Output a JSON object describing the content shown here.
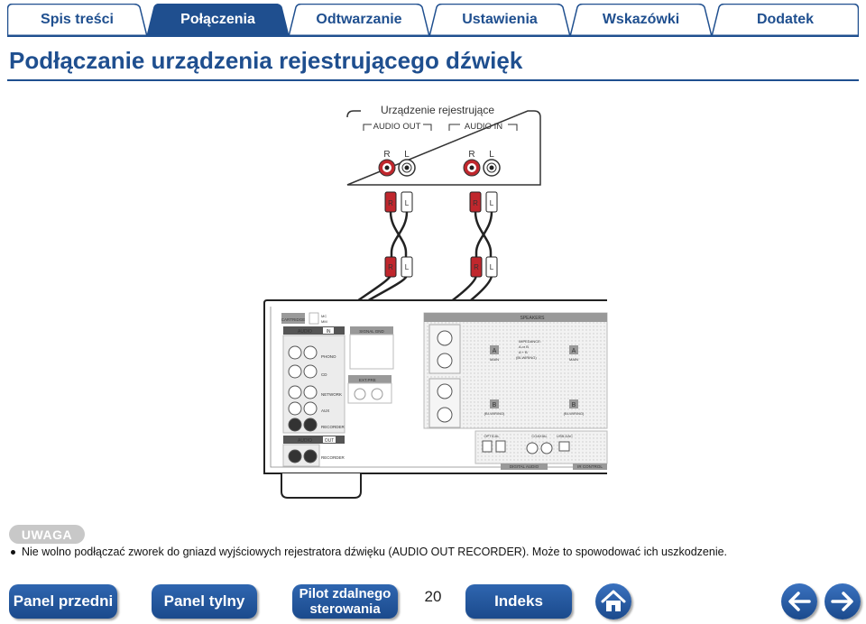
{
  "tabs": [
    {
      "label": "Spis treści",
      "active": false
    },
    {
      "label": "Połączenia",
      "active": true
    },
    {
      "label": "Odtwarzanie",
      "active": false
    },
    {
      "label": "Ustawienia",
      "active": false
    },
    {
      "label": "Wskazówki",
      "active": false
    },
    {
      "label": "Dodatek",
      "active": false
    }
  ],
  "title": "Podłączanie urządzenia rejestrującego dźwięk",
  "diagram": {
    "recorder_label": "Urządzenie rejestrujące",
    "audio_out": "AUDIO OUT",
    "audio_in": "AUDIO IN",
    "r": "R",
    "l": "L",
    "panel": {
      "cartridge": "CARTRIDGE",
      "mc": "MC",
      "mm": "MM",
      "audio": "AUDIO",
      "in": "IN",
      "out": "OUT",
      "signal_gnd": "SIGNAL GND",
      "phono": "PHONO",
      "cd": "CD",
      "network": "NETWORK",
      "aux": "AUX",
      "recorder": "RECORDER",
      "ext_pre": "EXT.PRE",
      "speakers": "SPEAKERS",
      "impedance": "IMPEDANCE:",
      "imp1": "A or B",
      "imp2": "A + B",
      "imp3": "(BI-WIRING)",
      "a": "A",
      "b": "B",
      "main": "MAIN",
      "bi_wiring": "(BI-WIRING)",
      "optical": "OPTICAL",
      "coaxial": "COAXIAL",
      "usb_dac": "USB-DAC",
      "digital_audio": "DIGITAL AUDIO",
      "ir_control": "IR CONTROL"
    }
  },
  "warning": {
    "label": "UWAGA",
    "text": "Nie wolno podłączać zworek do gniazd wyjściowych rejestratora dźwięku (AUDIO OUT RECORDER). Może to spowodować ich uszkodzenie."
  },
  "nav": {
    "front_panel": "Panel przedni",
    "rear_panel": "Panel tylny",
    "remote_line1": "Pilot zdalnego",
    "remote_line2": "sterowania",
    "page_number": "20",
    "index": "Indeks"
  },
  "icons": {
    "home": "home-icon",
    "back": "arrow-left-icon",
    "forward": "arrow-right-icon"
  },
  "colors": {
    "brand_blue": "#1f4f8f",
    "plug_red": "#c0272d"
  }
}
